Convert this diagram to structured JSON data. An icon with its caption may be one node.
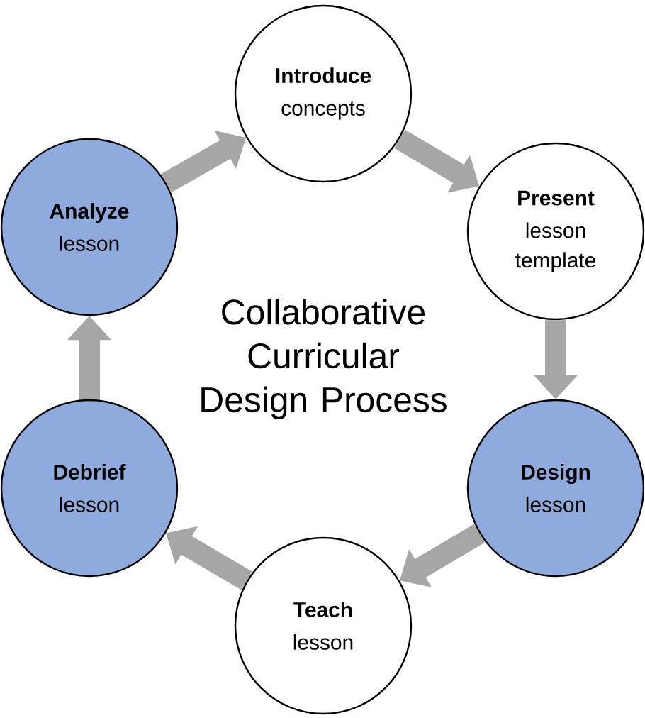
{
  "diagram": {
    "title": "Collaborative Curricular Design Process",
    "nodes": [
      {
        "text": [
          "Introduce",
          "concepts"
        ]
      },
      {
        "text": [
          "Present",
          "lesson template"
        ]
      },
      {
        "text": [
          "Design",
          "lesson"
        ]
      },
      {
        "text": [
          "Teach",
          "lesson"
        ]
      },
      {
        "text": [
          "Debrief",
          "lesson"
        ]
      },
      {
        "text": [
          "Analyze",
          "lesson"
        ]
      }
    ],
    "edges": [
      {
        "from": 0,
        "to": 1,
        "arrow": "to"
      },
      {
        "from": 1,
        "to": 2,
        "arrow": "to"
      },
      {
        "from": 2,
        "to": 3,
        "arrow": "to"
      },
      {
        "from": 3,
        "to": 4,
        "arrow": "to"
      },
      {
        "from": 4,
        "to": 5,
        "arrow": "to"
      },
      {
        "from": 5,
        "to": 0,
        "arrow": "to"
      }
    ]
  }
}
